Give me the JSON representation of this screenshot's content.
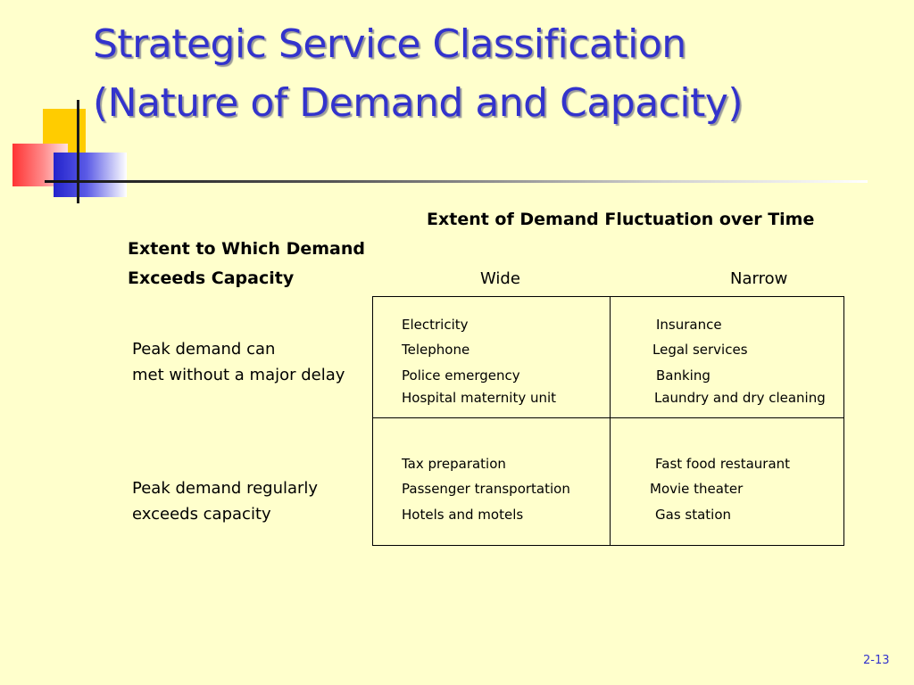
{
  "title": {
    "line1": "Strategic Service Classification",
    "line2": "(Nature of Demand and Capacity)"
  },
  "colors": {
    "title": "#3333cc",
    "background": "#ffffcc",
    "deco_yellow": "#ffcc00",
    "deco_red": "#ff3333",
    "deco_blue": "#2323cc"
  },
  "header": {
    "column_heading": "Extent of Demand Fluctuation over Time",
    "row_heading_line1": "Extent to Which Demand",
    "row_heading_line2": "Exceeds Capacity",
    "col_wide": "Wide",
    "col_narrow": "Narrow"
  },
  "rows": [
    {
      "label_line1": "Peak demand can",
      "label_line2": "met without a major delay",
      "wide": [
        "Electricity",
        "Telephone",
        "Police emergency",
        "Hospital  maternity  unit"
      ],
      "narrow": [
        "Insurance",
        "Legal services",
        "Banking",
        "Laundry and dry cleaning"
      ]
    },
    {
      "label_line1": "Peak demand  regularly",
      "label_line2": "exceeds capacity",
      "wide": [
        "Tax  preparation",
        "Passenger transportation",
        "Hotels and motels"
      ],
      "narrow": [
        "Fast food restaurant",
        "Movie theater",
        "Gas station"
      ]
    }
  ],
  "page_number": "2-13"
}
